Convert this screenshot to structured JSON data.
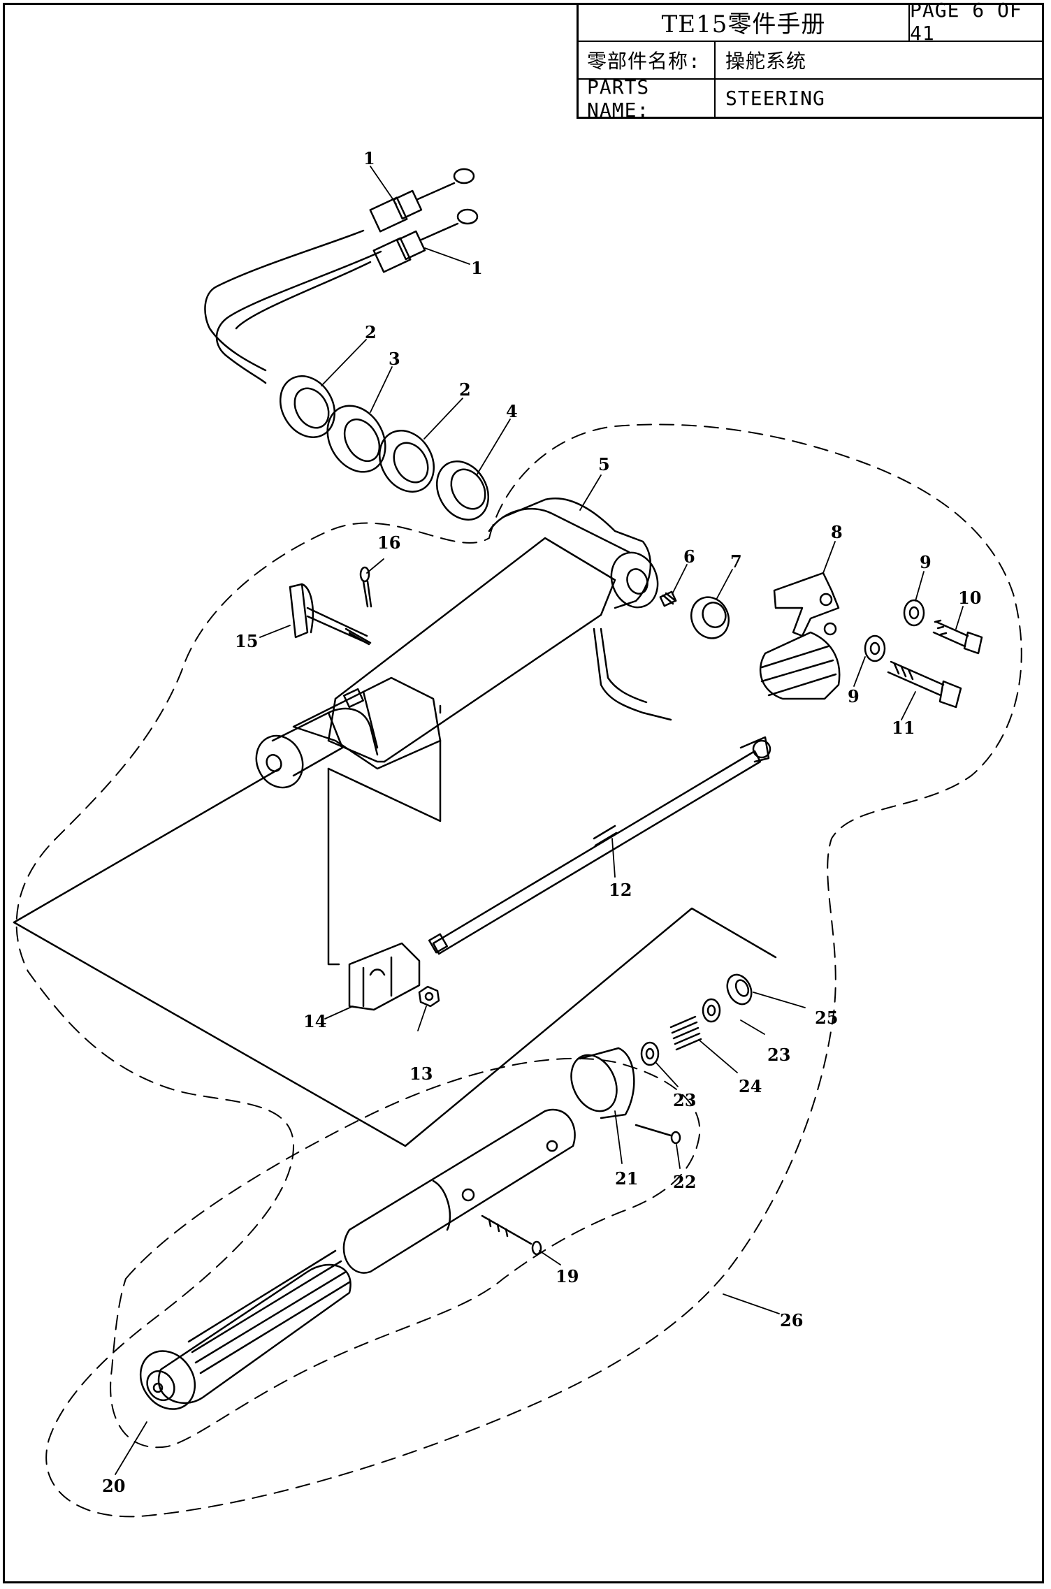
{
  "header": {
    "title": "TE15零件手册",
    "page": "PAGE 6 OF 41",
    "name_label_cn": "零部件名称:",
    "name_value_cn": "操舵系统",
    "name_label_en": "PARTS NAME:",
    "name_value_en": "STEERING"
  },
  "callouts": {
    "c1a": "1",
    "c1b": "1",
    "c2a": "2",
    "c2b": "2",
    "c3": "3",
    "c4": "4",
    "c5": "5",
    "c6": "6",
    "c7": "7",
    "c8": "8",
    "c9a": "9",
    "c9b": "9",
    "c10": "10",
    "c11": "11",
    "c12": "12",
    "c13": "13",
    "c14": "14",
    "c15": "15",
    "c16": "16",
    "c19": "19",
    "c20": "20",
    "c21": "21",
    "c22": "22",
    "c23a": "23",
    "c23b": "23",
    "c24": "24",
    "c25": "25",
    "c26": "26"
  }
}
